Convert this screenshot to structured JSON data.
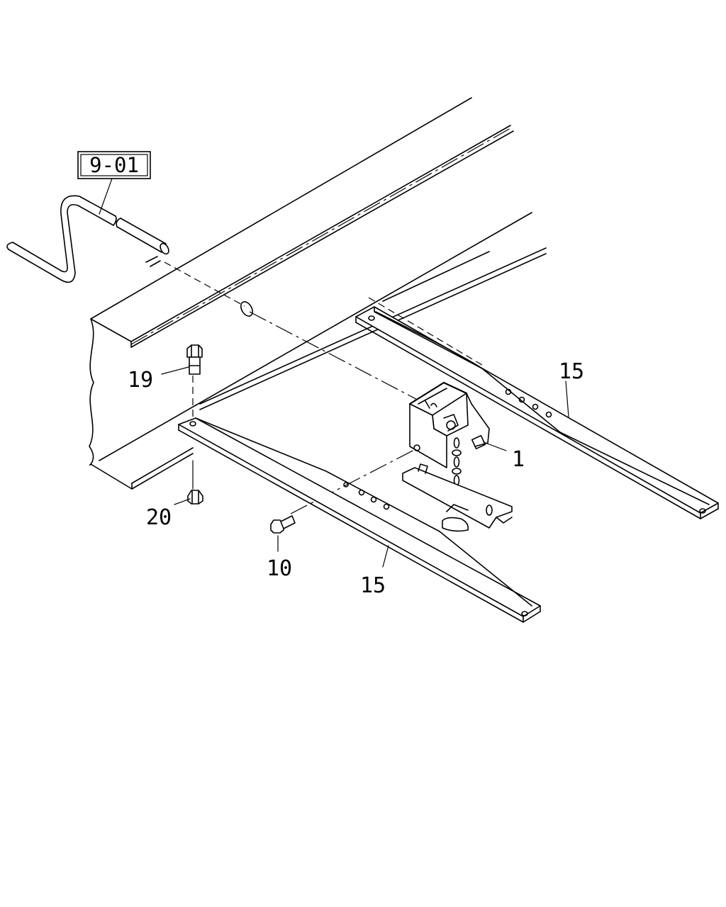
{
  "reference_box": "9-01",
  "callouts": {
    "part_1": "1",
    "part_10": "10",
    "part_15_right": "15",
    "part_15_lower": "15",
    "part_19": "19",
    "part_20": "20"
  }
}
